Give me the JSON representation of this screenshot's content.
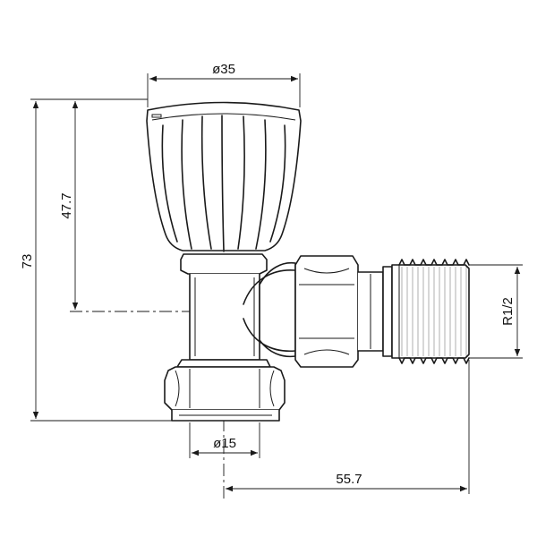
{
  "drawing": {
    "dimensions": {
      "top_diameter": "ø35",
      "bottom_diameter": "ø15",
      "total_height": "73",
      "center_height": "47.7",
      "horizontal_length": "55.7",
      "thread": "R1/2"
    }
  }
}
